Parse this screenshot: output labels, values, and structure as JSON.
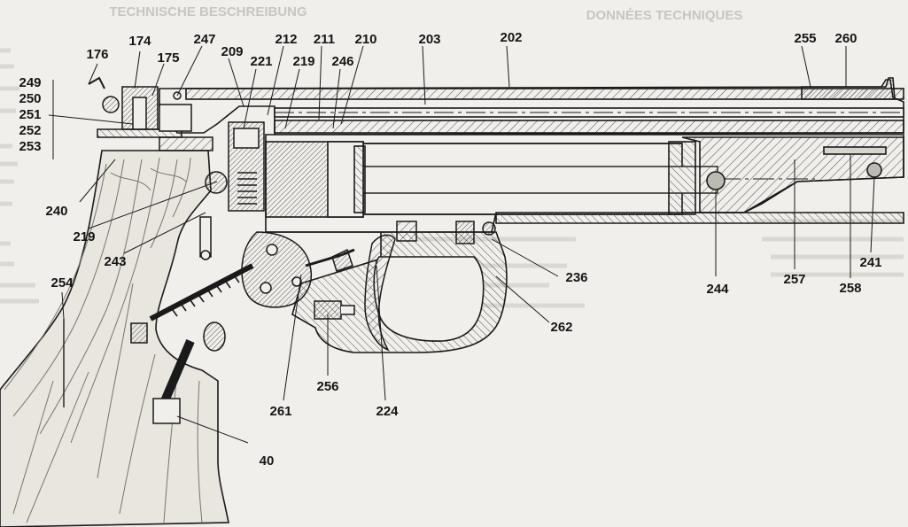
{
  "diagram": {
    "type": "exploded-cross-section",
    "colors": {
      "paper": "#f1efeb",
      "ink": "#1a1a1a",
      "hatch": "#555555",
      "wood": "#7a7468",
      "ghost_text": "#c9c6c0"
    },
    "header_fragments": [
      "TECHNISCHE BESCHREIBUNG",
      "DONNÉES TECHNIQUES"
    ],
    "part_numbers": [
      "176",
      "174",
      "175",
      "247",
      "209",
      "212",
      "211",
      "210",
      "203",
      "202",
      "255",
      "260",
      "221",
      "219",
      "246",
      "249",
      "250",
      "251",
      "252",
      "253",
      "240",
      "219",
      "243",
      "254",
      "244",
      "257",
      "258",
      "241",
      "236",
      "262",
      "256",
      "261",
      "224",
      "40"
    ]
  }
}
